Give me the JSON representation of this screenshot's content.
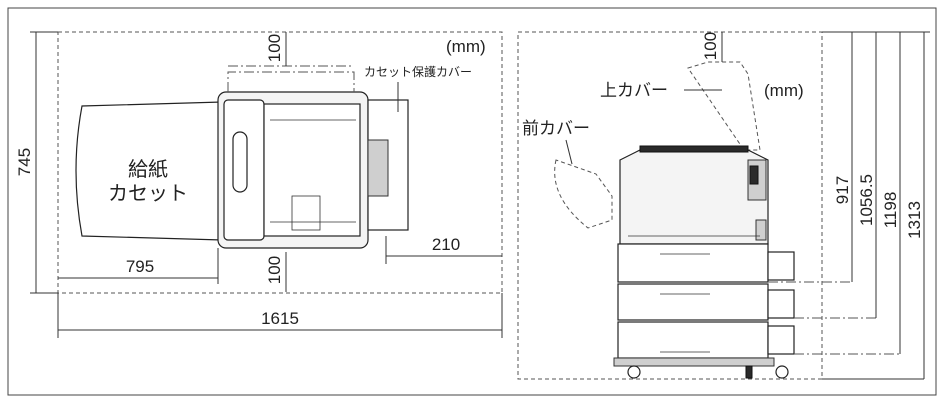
{
  "top_view": {
    "unit": "(mm)",
    "cover_label": "カセット保護カバー",
    "cassette_line1": "給紙",
    "cassette_line2": "カセット",
    "dim_top": "100",
    "dim_bottom": "100",
    "dim_depth": "745",
    "dim_left": "795",
    "dim_right": "210",
    "dim_total": "1615"
  },
  "side_view": {
    "unit": "(mm)",
    "top_cover_label": "上カバー",
    "front_cover_label": "前カバー",
    "dim_top": "100",
    "heights": [
      "917",
      "1056.5",
      "1198",
      "1313"
    ]
  },
  "colors": {
    "line": "#222222",
    "frame": "#444444",
    "fill_light": "#f4f4f4"
  }
}
